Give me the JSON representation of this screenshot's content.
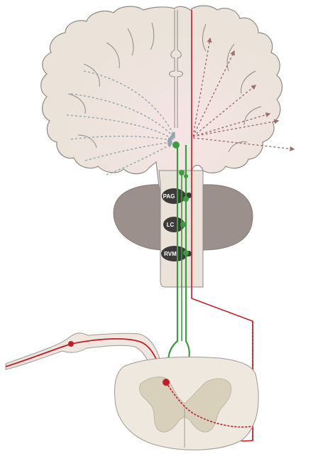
{
  "diagram": {
    "nuclei": [
      {
        "id": "pag",
        "label": "PAG"
      },
      {
        "id": "lc",
        "label": "LC"
      },
      {
        "id": "rvm",
        "label": "RVM"
      }
    ],
    "colors": {
      "cortex_fill": "#ebe3da",
      "cortex_stroke": "#8f8a86",
      "brainstem_fill": "#ebe3da",
      "pons_fill": "#9c908c",
      "nucleus_fill": "#3d3b39",
      "descending_pathway": "#3e9a43",
      "ascending_pathway": "#c21c24",
      "ascending_projection": "#9f6e6c",
      "cortical_input": "#8fa6ad",
      "spinal_cord_fill": "#efe8de",
      "grey_matter_fill": "#d8d0bb",
      "nerve_fill": "#efe6df"
    }
  }
}
